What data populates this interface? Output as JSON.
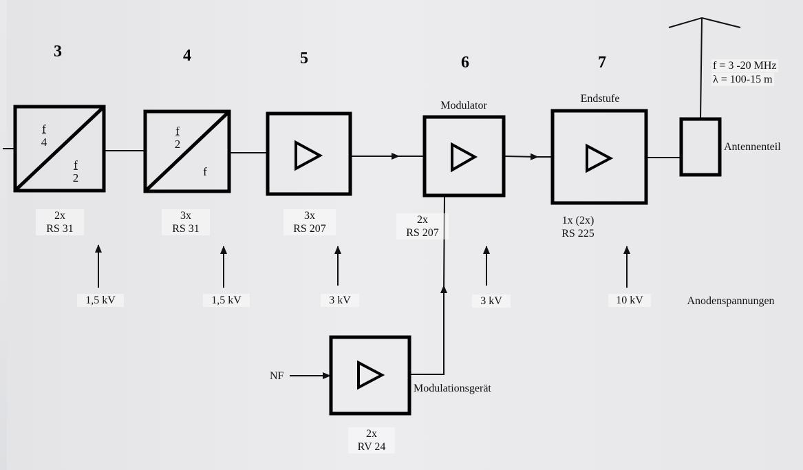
{
  "stages": [
    {
      "number": "3",
      "tubes": [
        "2x",
        "RS 31"
      ],
      "voltage": "1,5 kV",
      "fraction_in": {
        "num": "f",
        "den": "4"
      },
      "fraction_out": {
        "num": "f",
        "den": "2"
      }
    },
    {
      "number": "4",
      "tubes": [
        "3x",
        "RS 31"
      ],
      "voltage": "1,5 kV",
      "fraction_in": {
        "num": "f",
        "den": "2"
      },
      "fraction_out": "f"
    },
    {
      "number": "5",
      "tubes": [
        "3x",
        "RS 207"
      ],
      "voltage": "3 kV"
    },
    {
      "number": "6",
      "title": "Modulator",
      "tubes": [
        "2x",
        "RS 207"
      ],
      "voltage": "3 kV"
    },
    {
      "number": "7",
      "title": "Endstufe",
      "tubes": [
        "1x (2x)",
        "RS 225"
      ],
      "voltage": "10 kV"
    }
  ],
  "antenna": {
    "label": "Antennenteil",
    "frequency": "f = 3 -20 MHz",
    "wavelength": "λ = 100-15 m"
  },
  "modulation_device": {
    "label": "Modulationsgerät",
    "input": "NF",
    "tubes": [
      "2x",
      "RV 24"
    ]
  },
  "anode_voltages_label": "Anodenspannungen",
  "icons": [
    "frequency-divider-icon",
    "amplifier-triangle-icon",
    "up-arrow-icon",
    "antenna-icon"
  ]
}
